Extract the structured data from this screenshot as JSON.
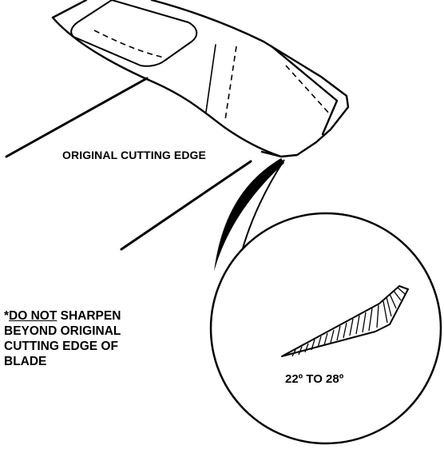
{
  "labels": {
    "original_cutting_edge": "ORIGINAL CUTTING EDGE",
    "angle_range": "22º TO 28º"
  },
  "warning": {
    "prefix": "*",
    "emphasis": "DO NOT",
    "line1_rest": " SHARPEN",
    "line2": "BEYOND ORIGINAL",
    "line3": "CUTTING EDGE OF",
    "line4": "BLADE"
  },
  "colors": {
    "ink": "#000000",
    "background": "#ffffff"
  }
}
